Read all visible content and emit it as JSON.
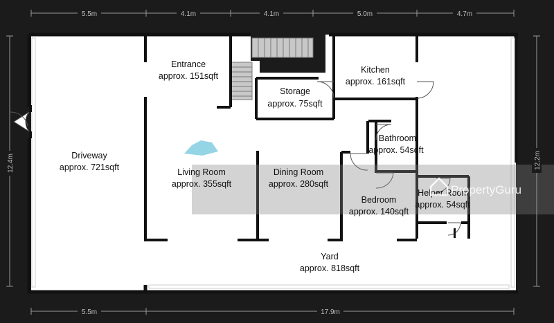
{
  "rooms": {
    "entrance": {
      "name": "Entrance",
      "area": "approx. 151sqft"
    },
    "kitchen": {
      "name": "Kitchen",
      "area": "approx. 161sqft"
    },
    "storage": {
      "name": "Storage",
      "area": "approx. 75sqft"
    },
    "bathroom": {
      "name": "Bathroom",
      "area": "approx. 54sqft"
    },
    "driveway": {
      "name": "Driveway",
      "area": "approx. 721sqft"
    },
    "living_room": {
      "name": "Living Room",
      "area": "approx. 355sqft"
    },
    "dining_room": {
      "name": "Dining Room",
      "area": "approx. 280sqft"
    },
    "bedroom": {
      "name": "Bedroom",
      "area": "approx. 140sqft"
    },
    "helper_room": {
      "name": "Helper Room",
      "area": "approx. 54sqft"
    },
    "yard": {
      "name": "Yard",
      "area": "approx. 818sqft"
    }
  },
  "dimensions": {
    "top": [
      "5.5m",
      "4.1m",
      "4.1m",
      "5.0m",
      "4.7m"
    ],
    "bottom": [
      "5.5m",
      "17.9m"
    ],
    "left": "12.4m",
    "right": "12.2m"
  },
  "watermark": {
    "text": "PropertyGuru",
    "icon": "propertyguru-logo-icon"
  },
  "colors": {
    "background": "#1b1b1b",
    "floor": "#ffffff",
    "wall": "#111111",
    "dimension": "#bdbdbd",
    "stair": "#bfbfbf"
  }
}
